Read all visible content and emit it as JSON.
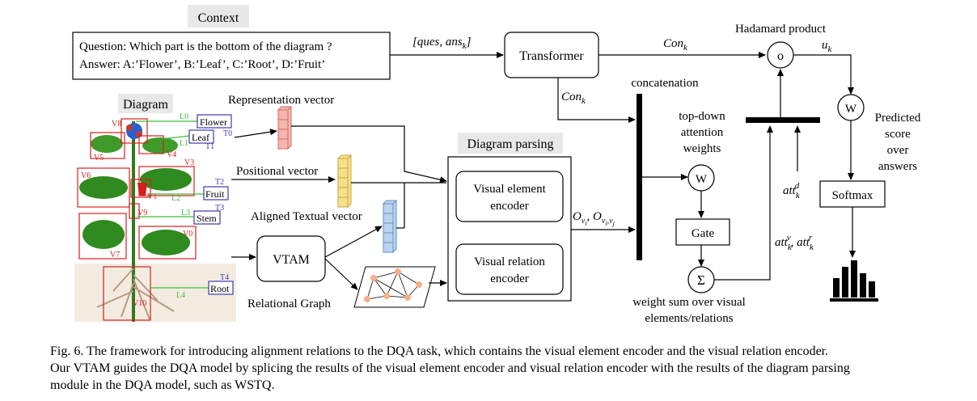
{
  "context": {
    "label": "Context",
    "question": "Question: Which part is the bottom of the diagram ?",
    "answer": "Answer: A:’Flower’, B:’Leaf’, C:’Root’, D:’Fruit’"
  },
  "diagram": {
    "label": "Diagram",
    "text_tags": [
      "Flower",
      "Leaf",
      "Fruit",
      "Stem",
      "Root"
    ],
    "text_ids": [
      "T0",
      "T1",
      "T2",
      "T3",
      "T4"
    ],
    "line_ids": [
      "L0",
      "L1",
      "L2",
      "L3",
      "L4"
    ],
    "vertex_ids": [
      "V1",
      "V3",
      "V4",
      "V5",
      "V6",
      "V7",
      "V8",
      "V9",
      "V0",
      "V10"
    ]
  },
  "vectors": {
    "representation": "Representation vector",
    "positional": "Positional vector",
    "aligned_textual": "Aligned Textual vector"
  },
  "vtam": "VTAM",
  "relational_graph": "Relational Graph",
  "parsing": {
    "title": "Diagram parsing",
    "element_encoder": [
      "Visual element",
      "encoder"
    ],
    "relation_encoder": [
      "Visual relation",
      "encoder"
    ]
  },
  "flow": {
    "ques_ans": "[ques, ans",
    "ques_ans_sub": "k",
    "ques_ans_close": "]",
    "transformer": "Transformer",
    "con": "Con",
    "con_sub": "k",
    "hadamard": "Hadamard product",
    "hadamard_symbol": "o",
    "u": "u",
    "u_sub": "k",
    "concatenation": "concatenation",
    "o_vi": "O",
    "topdown": [
      "top-down",
      "attention",
      "weights"
    ],
    "w": "W",
    "gate": "Gate",
    "sigma": "Σ",
    "weight_sum": [
      "weight sum over visual",
      "elements/relations"
    ],
    "att": "att",
    "att_d_sup": "d",
    "att_sub": "k",
    "att_v_sup": "v",
    "att_r_sup": "r",
    "predicted": [
      "Predicted",
      "score",
      "over",
      "answers"
    ],
    "softmax": "Softmax"
  },
  "caption": {
    "line1": "Fig. 6.   The framework for introducing alignment relations to the DQA task, which contains the visual element encoder and the visual relation encoder.",
    "line2": "Our VTAM guides the DQA model by splicing the results of the visual element encoder and visual relation encoder with the results of the diagram parsing",
    "line3": "module in the DQA model, such as WSTQ."
  }
}
